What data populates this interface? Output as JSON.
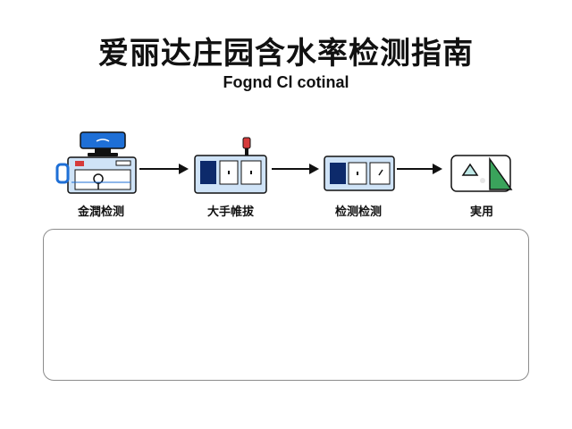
{
  "header": {
    "title": "爱丽达庄园含水率检测指南",
    "subtitle": "Fognd Cl cotinal"
  },
  "steps": [
    {
      "label": "金潤检测",
      "icon": "computer-monitor-device-icon"
    },
    {
      "label": "大手帷拔",
      "icon": "sensor-device-icon"
    },
    {
      "label": "检测检测",
      "icon": "measurement-panel-icon"
    },
    {
      "label": "実用",
      "icon": "triangle-shape-card-icon"
    }
  ],
  "colors": {
    "accent_blue": "#1e6fd6",
    "light_blue": "#cfe3f7",
    "navy": "#0d2a6b",
    "green": "#3aa35b",
    "red": "#d63b3b"
  }
}
